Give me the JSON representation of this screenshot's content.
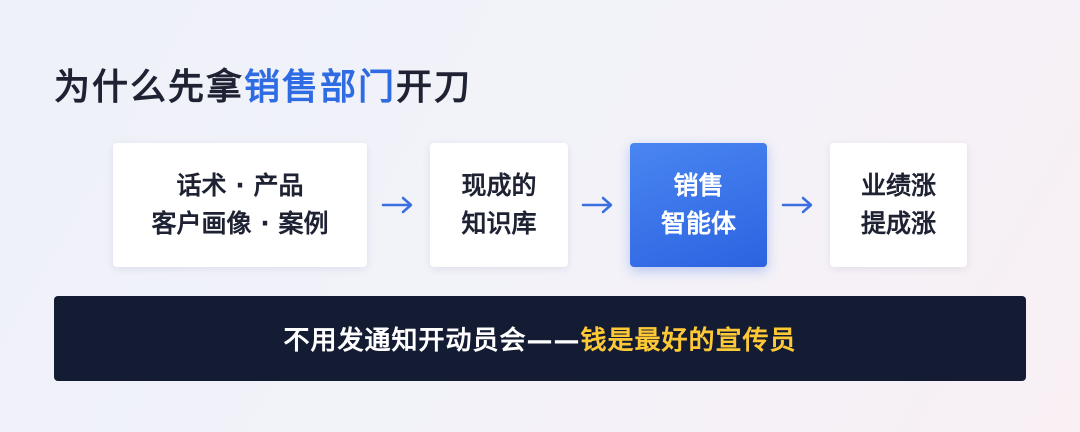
{
  "title": {
    "prefix": "为什么先拿",
    "highlight": "销售部门",
    "suffix": "开刀"
  },
  "flow": [
    {
      "line1": "话术 · 产品",
      "line2": "客户画像 · 案例"
    },
    {
      "line1": "现成的",
      "line2": "知识库"
    },
    {
      "line1": "销售",
      "line2": "智能体"
    },
    {
      "line1": "业绩涨",
      "line2": "提成涨"
    }
  ],
  "banner": {
    "text": "不用发通知开动员会——",
    "highlight": "钱是最好的宣传员"
  },
  "colors": {
    "accent": "#2f6be3",
    "banner_bg": "#141c33",
    "gold": "#ffc936",
    "arrow": "#3a6fe0"
  }
}
